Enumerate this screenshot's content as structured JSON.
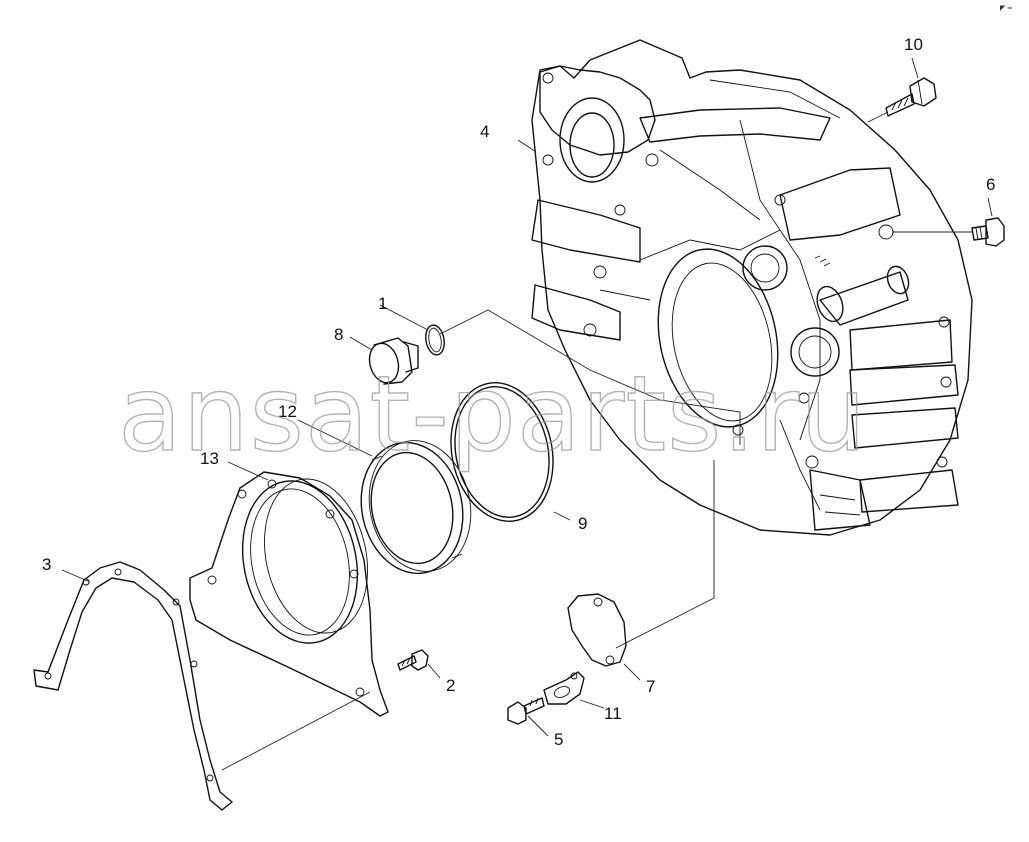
{
  "watermark": "ansat-parts.ru",
  "corner_mark": "◤ ═",
  "callouts": [
    {
      "label": "1"
    },
    {
      "label": "2"
    },
    {
      "label": "3"
    },
    {
      "label": "4"
    },
    {
      "label": "5"
    },
    {
      "label": "6"
    },
    {
      "label": "7"
    },
    {
      "label": "8"
    },
    {
      "label": "9"
    },
    {
      "label": "10"
    },
    {
      "label": "11"
    },
    {
      "label": "12"
    },
    {
      "label": "13"
    }
  ]
}
